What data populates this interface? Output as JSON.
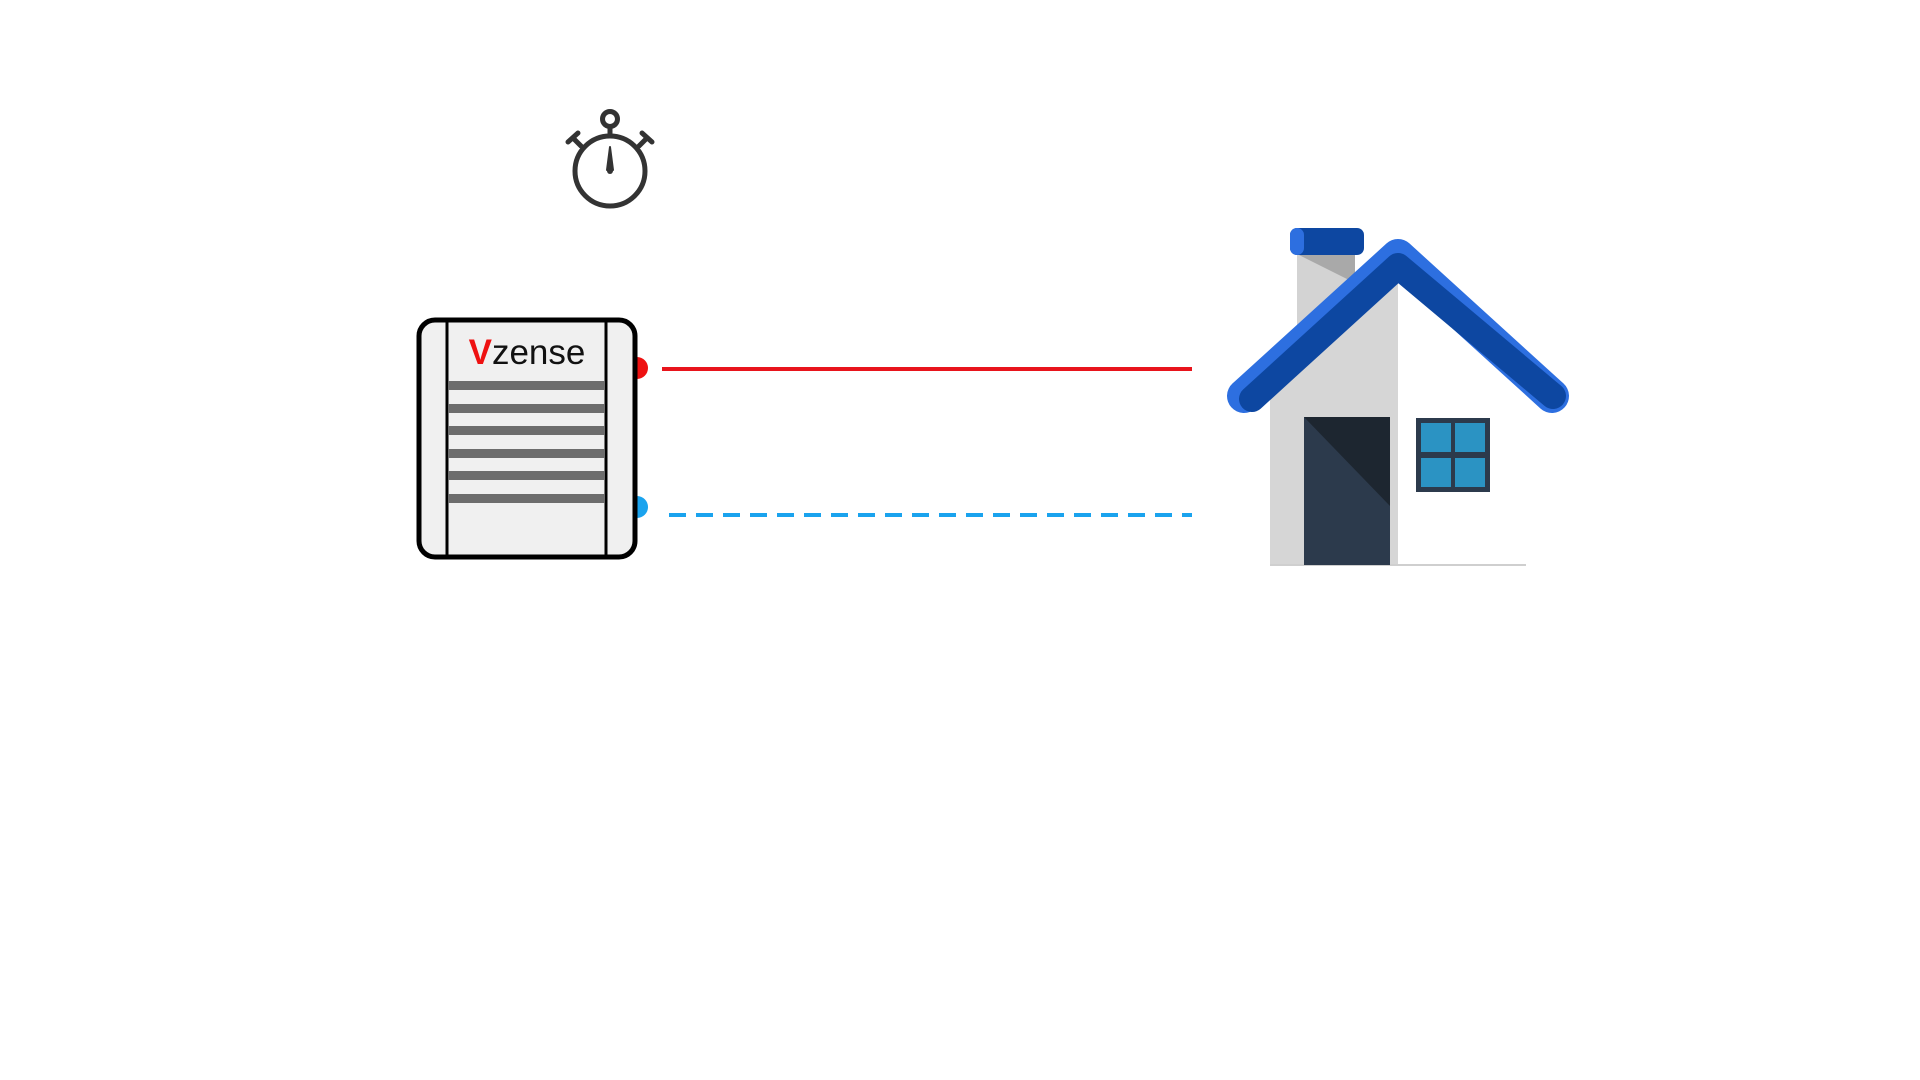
{
  "device": {
    "brand_initial": "V",
    "brand_rest": "zense"
  },
  "colors": {
    "brand_red": "#ee1111",
    "supply_line": "#e8141c",
    "return_line": "#1aa3ee",
    "roof": "#0d47a1",
    "roof_highlight": "#2d6fe0",
    "house_wall_shade": "#d6d6d6",
    "house_wall": "#ffffff",
    "door": "#2c3a4c",
    "window": "#2b93c3",
    "timer_stroke": "#333333"
  },
  "icons": {
    "timer": "stopwatch-icon",
    "house": "house-icon",
    "device": "heat-pump-unit"
  }
}
